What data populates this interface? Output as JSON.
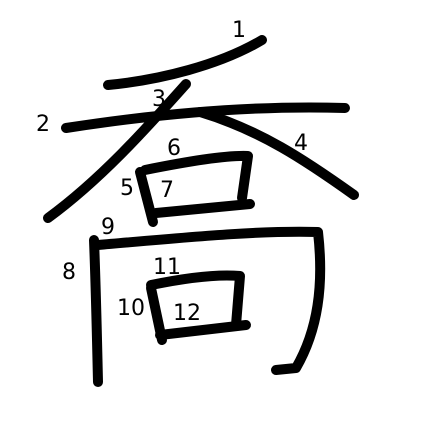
{
  "character": {
    "stroke_color": "#000000",
    "background_color": "#ffffff",
    "stroke_order_labels": [
      "1",
      "2",
      "3",
      "4",
      "5",
      "6",
      "7",
      "8",
      "9",
      "10",
      "11",
      "12"
    ]
  }
}
